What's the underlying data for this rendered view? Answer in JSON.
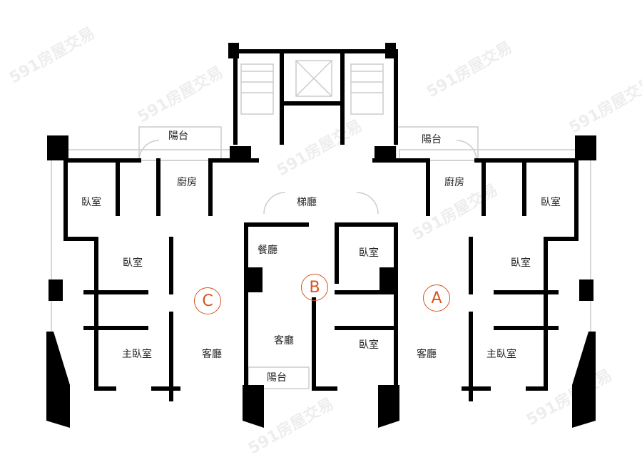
{
  "watermark": "591房屋交易",
  "accent_color": "#d9541e",
  "rooms": {
    "balcony_left": "陽台",
    "kitchen_left": "廚房",
    "bedroom_c1": "臥室",
    "bedroom_c2": "臥室",
    "master_c": "主臥室",
    "living_c": "客廳",
    "lift_lobby": "梯廳",
    "dining_b": "餐廳",
    "living_b": "客廳",
    "balcony_b": "陽台",
    "bedroom_b1": "臥室",
    "bedroom_b2": "臥室",
    "balcony_right": "陽台",
    "kitchen_right": "廚房",
    "bedroom_a1": "臥室",
    "bedroom_a2": "臥室",
    "master_a": "主臥室",
    "living_a": "客廳"
  },
  "units": {
    "a": "A",
    "b": "B",
    "c": "C"
  }
}
